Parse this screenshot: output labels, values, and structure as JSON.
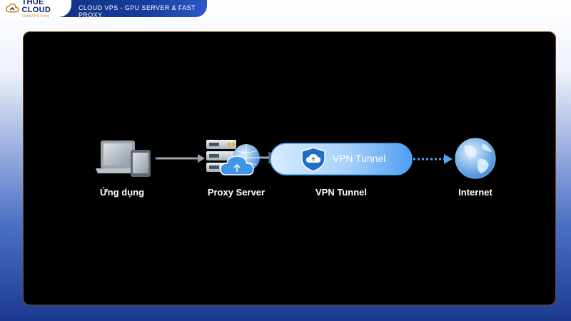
{
  "brand": {
    "name": "THUE CLOUD",
    "subtitle": "Cloud VPS Proxy",
    "tagline": "CLOUD VPS - GPU SERVER & FAST PROXY"
  },
  "diagram": {
    "nodes": [
      {
        "id": "app",
        "label": "Ứng dụng",
        "icon": "devices-icon"
      },
      {
        "id": "proxy",
        "label": "Proxy Server",
        "icon": "server-cloud-icon"
      },
      {
        "id": "vpn",
        "label": "VPN Tunnel",
        "icon": "shield-cloud-icon",
        "pill_text": "VPN Tunnel"
      },
      {
        "id": "internet",
        "label": "Internet",
        "icon": "globe-icon"
      }
    ],
    "colors": {
      "background": "#000000",
      "arrow": "#9aa3ad",
      "pill": "#bfe0ff",
      "accent": "#2f8ef0",
      "dotted": "#4fa6f5",
      "globe": "#5ea8e8"
    }
  }
}
